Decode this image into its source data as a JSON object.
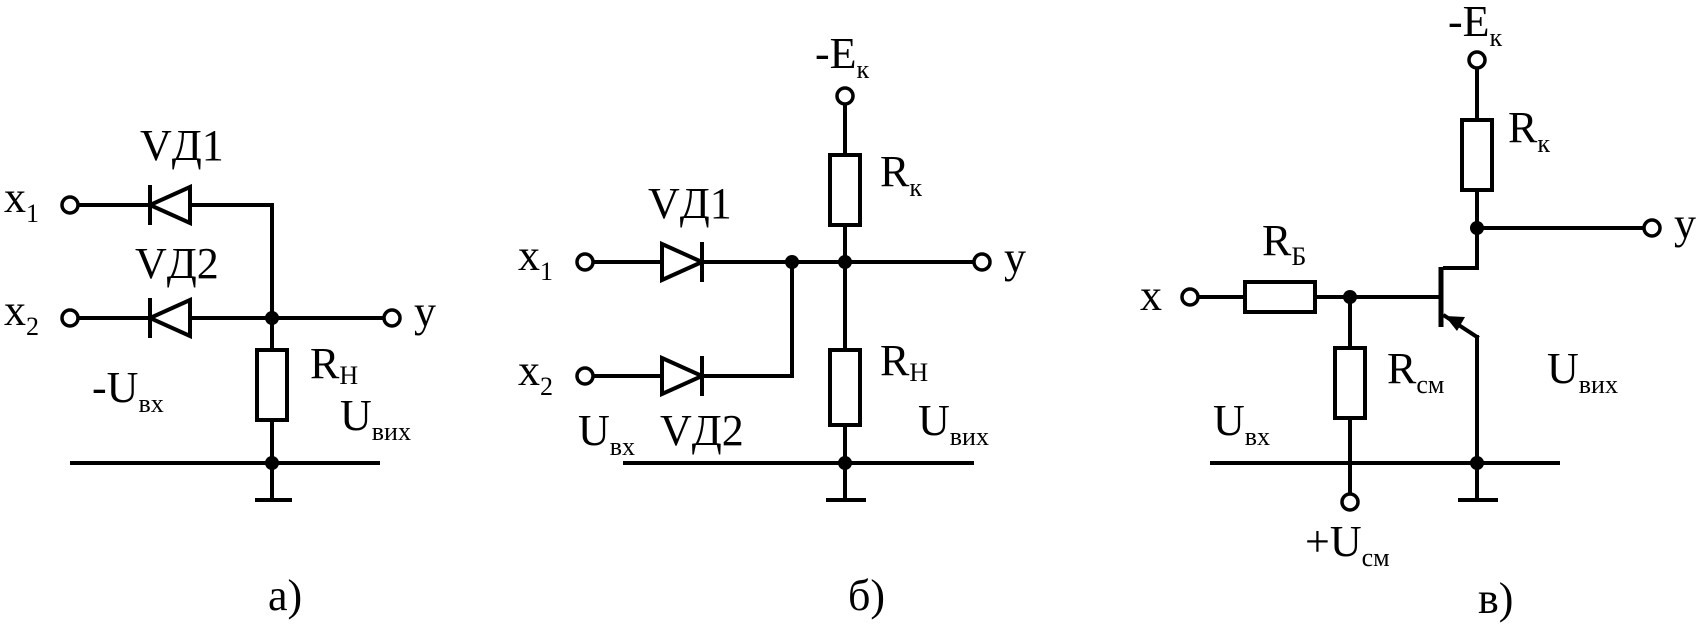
{
  "circuit_a": {
    "caption": "а)",
    "x1": "x",
    "x1_sub": "1",
    "x2": "x",
    "x2_sub": "2",
    "vd1": "VД1",
    "vd2": "VД2",
    "y": "y",
    "rn": "R",
    "rn_sub": "H",
    "uin": "-U",
    "uin_sub": "вх",
    "uout": "U",
    "uout_sub": "вих"
  },
  "circuit_b": {
    "caption": "б)",
    "ek": "-E",
    "ek_sub": "к",
    "rk": "R",
    "rk_sub": "к",
    "vd1": "VД1",
    "vd2": "VД2",
    "x1": "x",
    "x1_sub": "1",
    "x2": "x",
    "x2_sub": "2",
    "y": "y",
    "rn": "R",
    "rn_sub": "H",
    "uin": "U",
    "uin_sub": "вх",
    "uout": "U",
    "uout_sub": "вих"
  },
  "circuit_c": {
    "caption": "в)",
    "ek": "-E",
    "ek_sub": "к",
    "rk": "R",
    "rk_sub": "к",
    "rb": "R",
    "rb_sub": "Б",
    "x": "x",
    "y": "y",
    "rsm": "R",
    "rsm_sub": "см",
    "uin": "U",
    "uin_sub": "вх",
    "uout": "U",
    "uout_sub": "вих",
    "usm": "+U",
    "usm_sub": "см"
  }
}
